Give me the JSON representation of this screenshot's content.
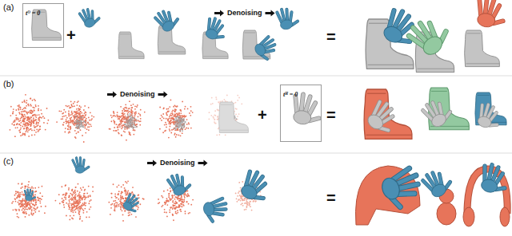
{
  "diagram": {
    "nodes": [
      {
        "text": [
          "tᴼ = 0"
        ]
      },
      {
        "text": [
          "tᴴ = 0"
        ]
      }
    ],
    "labels": [
      "(a)",
      "+",
      "Denoising",
      "=",
      "(b)",
      "Denoising",
      "+",
      "=",
      "(c)",
      "Denoising",
      "="
    ]
  }
}
